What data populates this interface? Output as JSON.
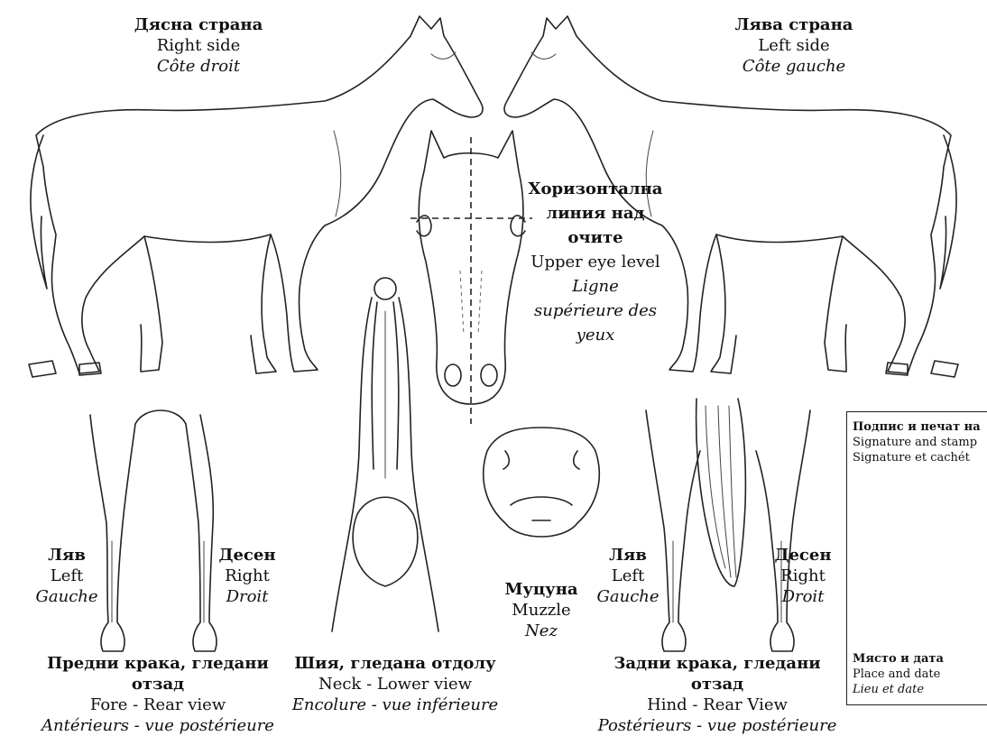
{
  "labels": {
    "right_side": {
      "bg": "Дясна страна",
      "en": "Right side",
      "fr": "Côte droit"
    },
    "left_side": {
      "bg": "Лява страна",
      "en": "Left side",
      "fr": "Côte gauche"
    },
    "eye_level": {
      "bg": "Хоризонтална линия над очите",
      "en": "Upper eye level",
      "fr": "Ligne supérieure des yeux"
    },
    "fore_left": {
      "bg": "Ляв",
      "en": "Left",
      "fr": "Gauche"
    },
    "fore_right": {
      "bg": "Десен",
      "en": "Right",
      "fr": "Droit"
    },
    "fore_caption": {
      "bg": "Предни крака, гледани отзад",
      "en": "Fore - Rear view",
      "fr": "Antérieurs - vue postérieure"
    },
    "neck_caption": {
      "bg": "Шия, гледана отдолу",
      "en": "Neck - Lower view",
      "fr": "Encolure - vue inférieure"
    },
    "muzzle": {
      "bg": "Муцуна",
      "en": "Muzzle",
      "fr": "Nez"
    },
    "hind_left": {
      "bg": "Ляв",
      "en": "Left",
      "fr": "Gauche"
    },
    "hind_right": {
      "bg": "Десен",
      "en": "Right",
      "fr": "Droit"
    },
    "hind_caption": {
      "bg": "Задни крака, гледани отзад",
      "en": "Hind - Rear View",
      "fr": "Postérieurs - vue postérieure"
    }
  },
  "stamp_box": {
    "signature_bg": "Подпис и печат на",
    "signature_en": "Signature and stamp",
    "signature_fr": "Signature et cachét",
    "place_bg": "Място и дата",
    "place_en": "Place and date",
    "place_fr": "Lieu et date"
  }
}
